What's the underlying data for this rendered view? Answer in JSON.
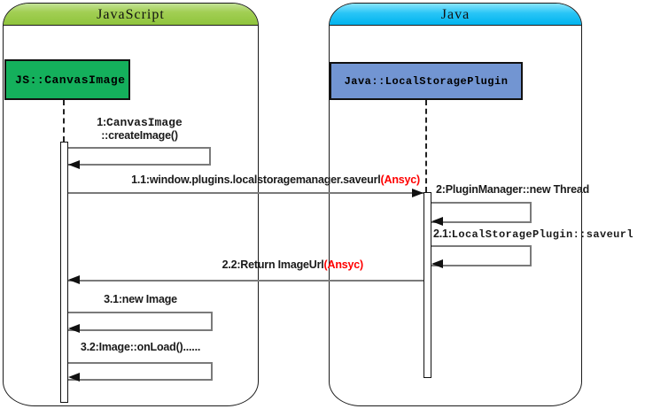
{
  "frames": {
    "javascript": {
      "title": "JavaScript"
    },
    "java": {
      "title": "Java"
    }
  },
  "objects": {
    "js_canvas_image": {
      "label": "JS::CanvasImage"
    },
    "java_local_storage_plugin": {
      "label": "Java::LocalStoragePlugin"
    }
  },
  "messages": {
    "m1": {
      "prefix": "1:",
      "name": "CanvasImage",
      "line2": "::createImage()"
    },
    "m1_1": {
      "label": "1.1:window.plugins.localstoragemanager.saveurl",
      "annotation": "(Ansyc)"
    },
    "m2": {
      "label": "2:PluginManager::new Thread"
    },
    "m2_1": {
      "prefix": "2.1:",
      "name": "LocalStoragePlugin::saveurl"
    },
    "m2_2": {
      "label": "2.2:Return ImageUrl",
      "annotation": "(Ansyc)"
    },
    "m3_1": {
      "label": "3.1:new Image"
    },
    "m3_2": {
      "label": "3.2:Image::onLoad()......"
    }
  },
  "colors": {
    "annotation_red": "#ff0000",
    "js_frame_header": "#9cca4d",
    "java_frame_header": "#10bff0",
    "js_object_fill": "#14b05c",
    "java_object_fill": "#7295d2",
    "message_line": "#7a7a7a",
    "border": "#1a1a1a"
  }
}
